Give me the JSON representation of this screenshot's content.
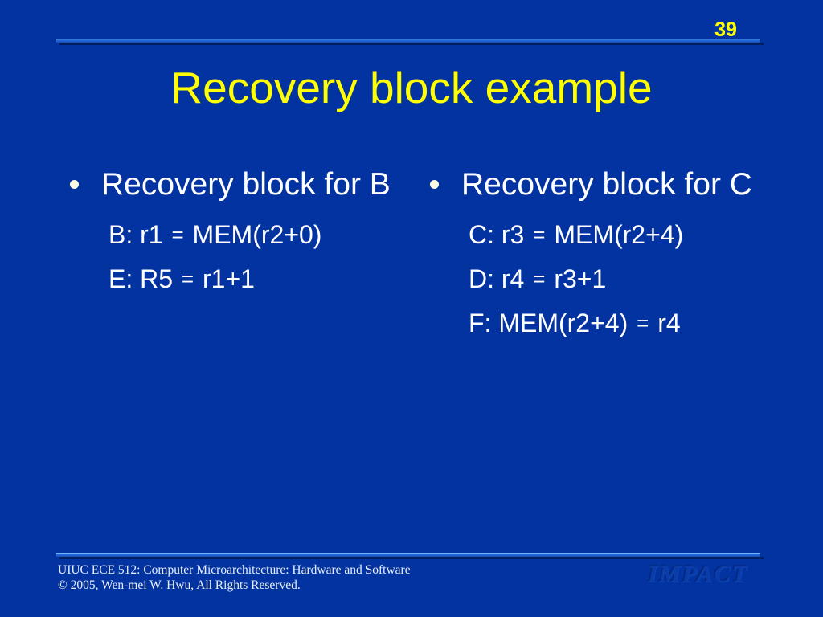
{
  "slide": {
    "page_number": "39",
    "title": "Recovery block example",
    "background_color": "#0333a0",
    "title_color": "#ffff00",
    "body_text_color": "#ffffff"
  },
  "columns": [
    {
      "heading": "Recovery block for B",
      "lines": [
        {
          "label": "B: r1",
          "operator": "=",
          "expression": "MEM(r2+0)"
        },
        {
          "label": "E: R5",
          "operator": "=",
          "expression": "r1+1"
        }
      ]
    },
    {
      "heading": "Recovery block for C",
      "lines": [
        {
          "label": "C: r3",
          "operator": "=",
          "expression": "MEM(r2+4)"
        },
        {
          "label": "D: r4",
          "operator": "=",
          "expression": "r3+1"
        },
        {
          "label": "F: MEM(r2+4)",
          "operator": "=",
          "expression": "r4"
        }
      ]
    }
  ],
  "footer": {
    "line1": "UIUC ECE 512: Computer Microarchitecture: Hardware and Software",
    "line2": "© 2005, Wen-mei W. Hwu, All Rights Reserved.",
    "logo": "IMPACT"
  }
}
